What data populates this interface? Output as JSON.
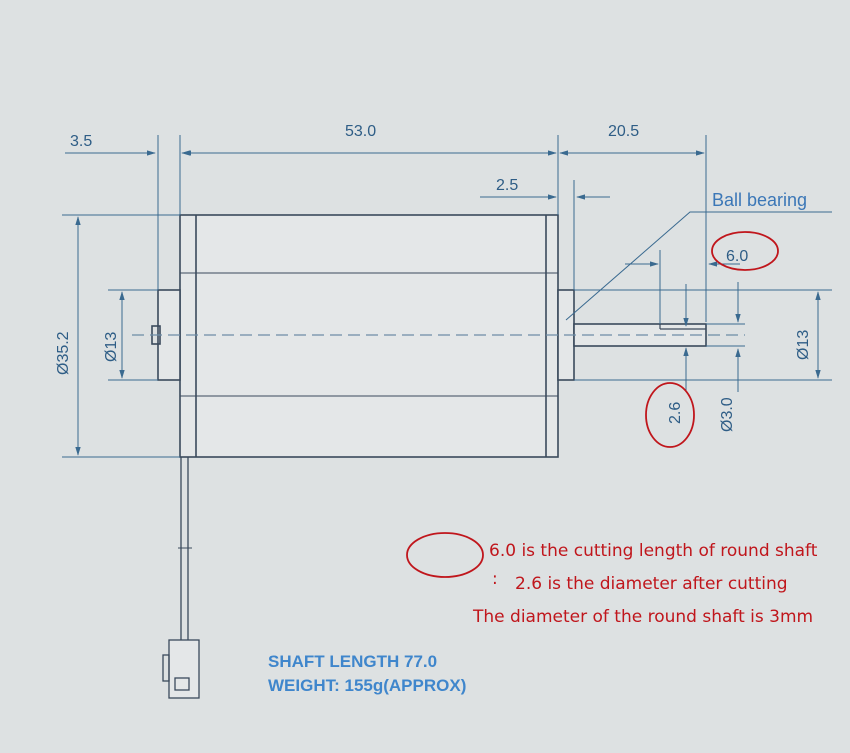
{
  "dimensions": {
    "front_length": "3.5",
    "body_length": "53.0",
    "shaft_length": "20.5",
    "bearing_length": "2.5",
    "body_diameter": "Ø35.2",
    "front_boss_diameter": "Ø13",
    "rear_boss_diameter": "Ø13",
    "cut_length": "6.0",
    "cut_diameter": "2.6",
    "shaft_diameter": "Ø3.0"
  },
  "labels": {
    "ball_bearing": "Ball bearing"
  },
  "notes": {
    "colon": ":",
    "line1": "6.0 is the cutting length of round shaft",
    "line2": "2.6 is the diameter after cutting",
    "line3": "The diameter of the round shaft is 3mm"
  },
  "specs": {
    "shaft_length": "SHAFT LENGTH 77.0",
    "weight": "WEIGHT: 155g(APPROX)"
  },
  "colors": {
    "background": "#dde1e2",
    "line": "#3a4a5c",
    "dimension": "#2e5d86",
    "annotation_red": "#c0161c",
    "spec_blue": "#3f86cc"
  }
}
